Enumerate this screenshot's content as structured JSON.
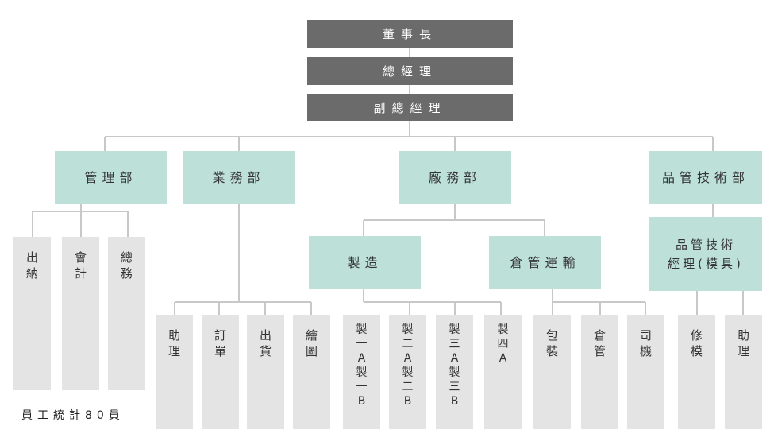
{
  "executives": {
    "chairman": "董事長",
    "general_manager": "總經理",
    "deputy_general_manager": "副總經理"
  },
  "departments": {
    "management": "管理部",
    "sales": "業務部",
    "factory": "廠務部",
    "qa_tech": "品管技術部"
  },
  "factory_sub": {
    "manufacturing": "製造",
    "warehouse_transport": "倉管運輸"
  },
  "qa_tech_sub": {
    "manager_line1": "品管技術",
    "manager_line2": "經理(模具)"
  },
  "management_units": [
    "出納",
    "會計",
    "總務"
  ],
  "sales_units": [
    "助理",
    "訂單",
    "出貨",
    "繪圖"
  ],
  "manufacturing_units": [
    "製一A製一B",
    "製二A製二B",
    "製三A製三B",
    "製四A"
  ],
  "warehouse_units": [
    "包裝",
    "倉管",
    "司機"
  ],
  "qa_units": [
    "修模",
    "助理"
  ],
  "employee_total": "員工統計80員",
  "colors": {
    "executive": "#6b6b6b",
    "department": "#bde0d8",
    "unit": "#e4e4e4",
    "connector": "#c8c8c8"
  }
}
